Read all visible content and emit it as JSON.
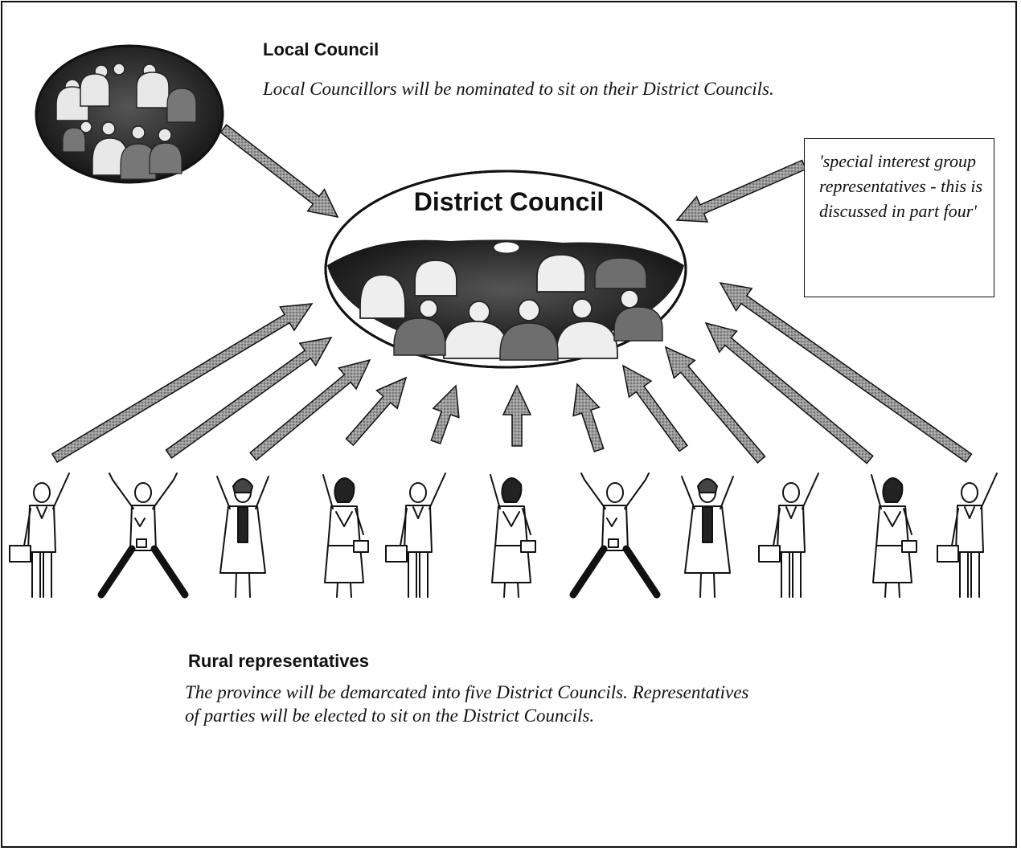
{
  "local_council": {
    "heading": "Local Council",
    "description": "Local Councillors will be nominated to sit on their District Councils."
  },
  "district_council": {
    "label": "District Council"
  },
  "special_interest": {
    "note": "'special interest group representatives - this is discussed in part four'"
  },
  "rural": {
    "heading": "Rural representatives",
    "description": "The province will be demarcated into five District Councils. Representatives of parties will be elected to sit on the District Councils."
  },
  "figures": [
    {
      "kind": "man-briefcase"
    },
    {
      "kind": "man-cheering"
    },
    {
      "kind": "woman-coat"
    },
    {
      "kind": "woman-handbag"
    },
    {
      "kind": "man-briefcase"
    },
    {
      "kind": "woman-handbag"
    },
    {
      "kind": "man-cheering"
    },
    {
      "kind": "woman-coat"
    },
    {
      "kind": "man-briefcase"
    },
    {
      "kind": "woman-handbag"
    },
    {
      "kind": "man-briefcase"
    }
  ],
  "colors": {
    "ink": "#111111",
    "arrow_fill": "#8a8a8a",
    "council_dark": "#1a1a1a"
  }
}
